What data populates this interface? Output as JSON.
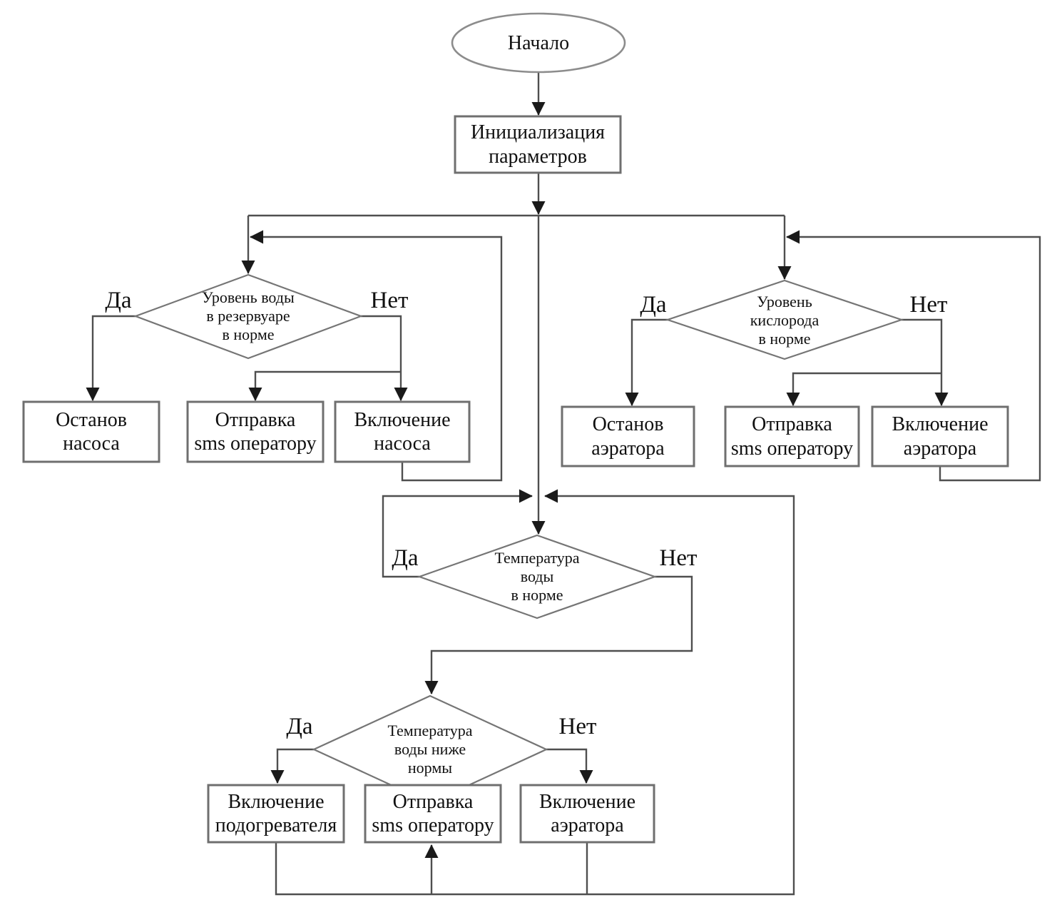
{
  "diagram": {
    "nodes": {
      "start": "Начало",
      "init": "Инициализация\nпараметров",
      "decision_water": "Уровень воды\nв резервуаре\nв норме",
      "decision_oxygen": "Уровень\nкислорода\nв норме",
      "decision_temp": "Температура\nводы\nв норме",
      "decision_temp_low": "Температура\nводы ниже\nнормы",
      "stop_pump": "Останов\nнасоса",
      "sms_pump": "Отправка\nsms оператору",
      "pump_on": "Включение\nнасоса",
      "stop_aerator": "Останов\nаэратора",
      "sms_oxygen": "Отправка\nsms оператору",
      "aerator_on": "Включение\nаэратора",
      "heater_on": "Включение\nподогревателя",
      "sms_temp": "Отправка\nsms оператору",
      "aerator_on_temp": "Включение\nаэратора"
    },
    "branch_labels": {
      "yes": "Да",
      "no": "Нет"
    },
    "colors": {
      "line": "#4f4f4f",
      "arrow": "#1a1a1a",
      "box_border": "#6f6f6f",
      "diamond_border": "#757575",
      "ellipse_border": "#8c8c8c",
      "text": "#101010",
      "background": "#ffffff"
    }
  }
}
